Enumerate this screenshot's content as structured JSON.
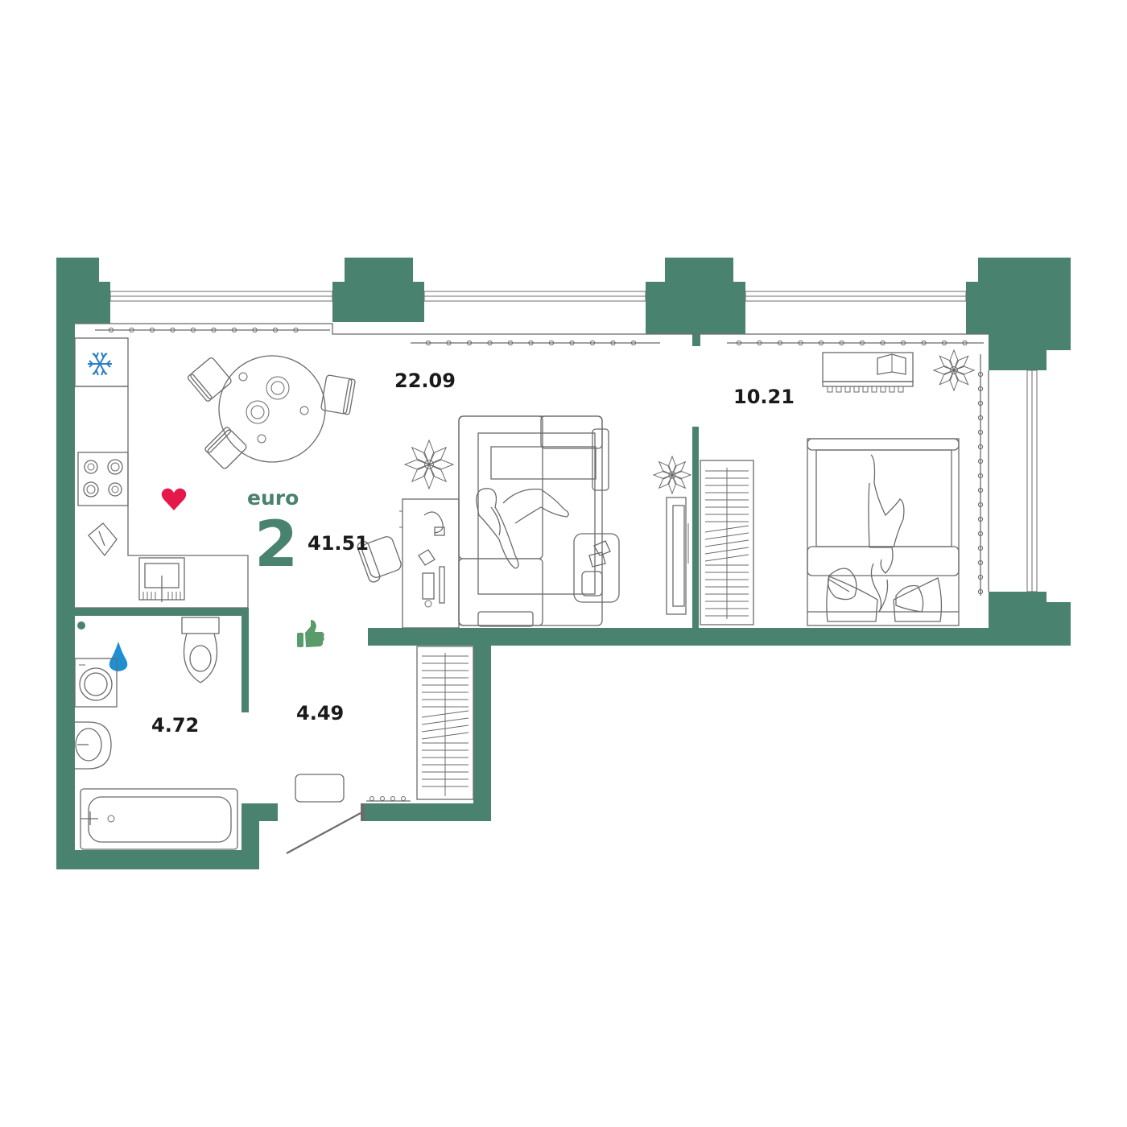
{
  "plan": {
    "type_label": "euro",
    "rooms_count": "2",
    "total_area": "41.51",
    "rooms": {
      "living_kitchen_area": "22.09",
      "bedroom_area": "10.21",
      "bathroom_area": "4.72",
      "hallway_area": "4.49"
    },
    "icons": {
      "fridge": "snowflake-icon",
      "favorite": "heart-icon",
      "water": "water-drop-icon",
      "approve": "thumbs-up-icon"
    },
    "colors": {
      "wall": "#4a8270",
      "heart": "#e5184a",
      "drop": "#1e8fd3",
      "snowflake": "#2a7fc4",
      "thumb": "#5a9b6b",
      "furniture_line": "#6b6b6b"
    }
  }
}
